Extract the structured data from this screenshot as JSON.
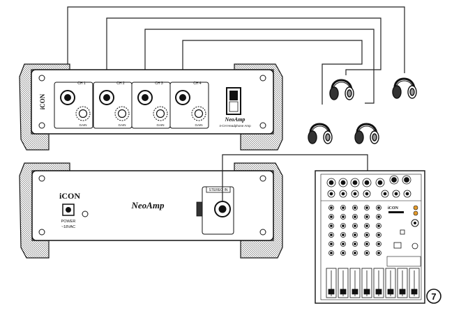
{
  "front_unit": {
    "brand": "iCON",
    "channels": [
      {
        "label": "CH 1",
        "gain": "GAIN"
      },
      {
        "label": "CH 2",
        "gain": "GAIN"
      },
      {
        "label": "CH 3",
        "gain": "GAIN"
      },
      {
        "label": "CH 4",
        "gain": "GAIN"
      }
    ],
    "model": "NeoAmp",
    "subtitle": "4-CH Headphone Amp"
  },
  "rear_unit": {
    "brand": "iCON",
    "power_label": "POWER",
    "power_spec": "~18VAC",
    "model": "NeoAmp",
    "stereo_in": "STEREO IN"
  },
  "mixer": {
    "brand": "iCON"
  },
  "step_number": "7"
}
